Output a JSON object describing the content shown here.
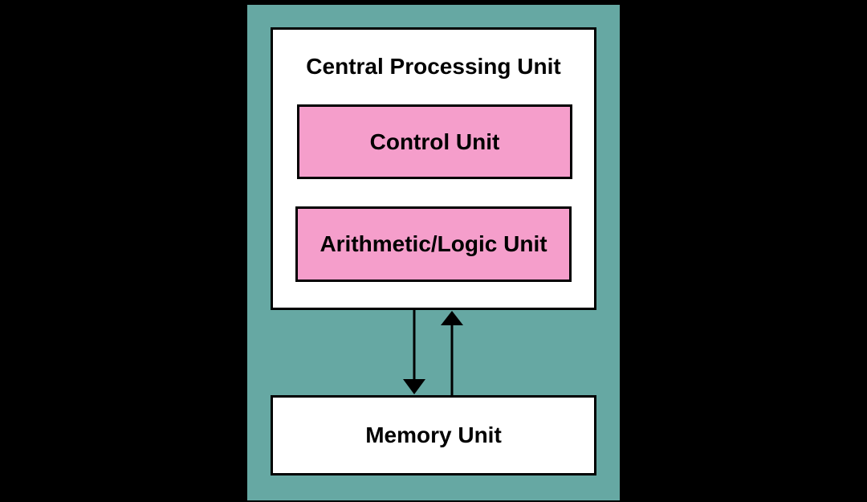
{
  "diagram": {
    "cpu_label": "Central Processing Unit",
    "control_unit_label": "Control Unit",
    "alu_label": "Arithmetic/Logic Unit",
    "memory_unit_label": "Memory Unit"
  },
  "colors": {
    "background": "#000000",
    "panel": "#66a8a3",
    "box_fill": "#ffffff",
    "unit_fill": "#f59ecb",
    "stroke": "#000000"
  }
}
